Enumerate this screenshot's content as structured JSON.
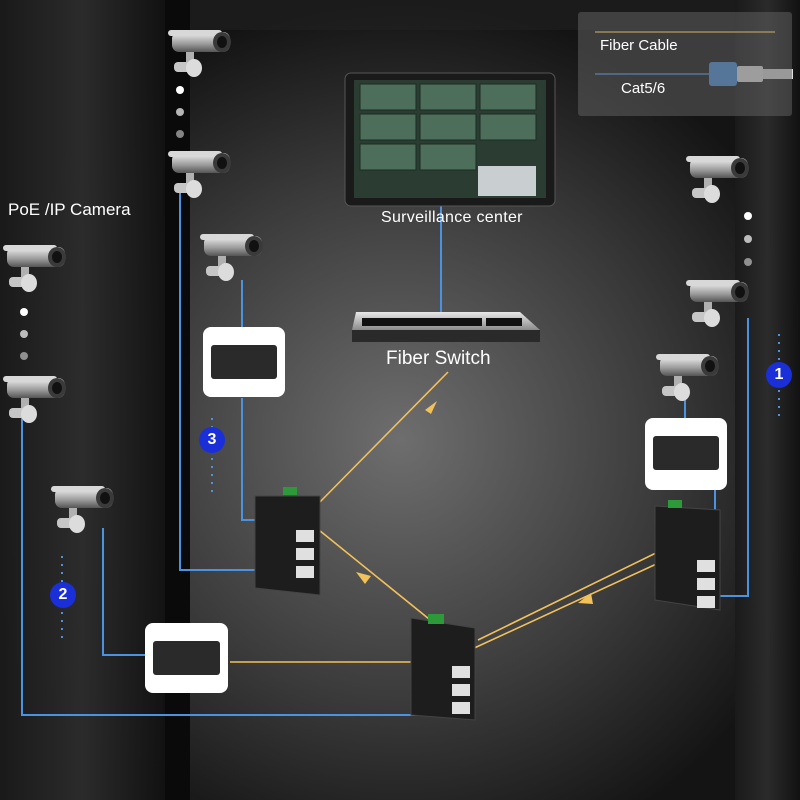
{
  "labels": {
    "camera_group": "PoE /IP Camera",
    "surveillance_center": "Surveillance center",
    "fiber_switch": "Fiber Switch"
  },
  "legend": {
    "fiber": "Fiber Cable",
    "cat": "Cat5/6"
  },
  "badges": [
    "1",
    "2",
    "3"
  ],
  "colors": {
    "fiber_cable": "#f2c15a",
    "cat_cable": "#4b93e0",
    "badge": "#1a2fd8",
    "background": "#0c0c0c"
  },
  "icons": [
    "ip-camera-icon",
    "media-converter-icon",
    "industrial-switch-icon",
    "fiber-switch-icon",
    "monitor-wall-icon",
    "ethernet-plug-icon"
  ]
}
